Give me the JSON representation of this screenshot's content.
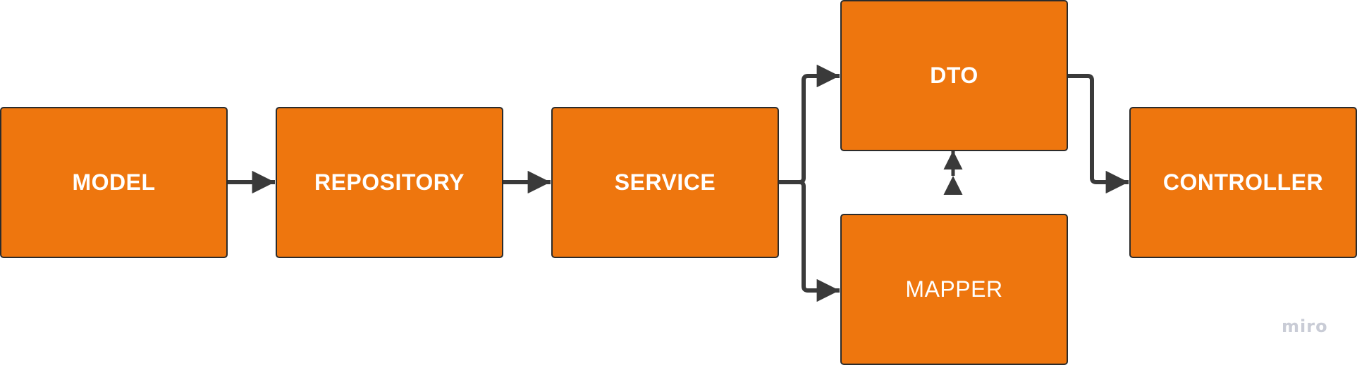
{
  "colors": {
    "node_fill": "#EE760E",
    "node_border": "#2b2b2b",
    "connector": "#3a3a3a",
    "watermark": "#c9ccd6"
  },
  "nodes": {
    "model": "MODEL",
    "repository": "REPOSITORY",
    "service": "SERVICE",
    "dto": "DTO",
    "mapper": "MAPPER",
    "controller": "CONTROLLER"
  },
  "watermark": "miro"
}
